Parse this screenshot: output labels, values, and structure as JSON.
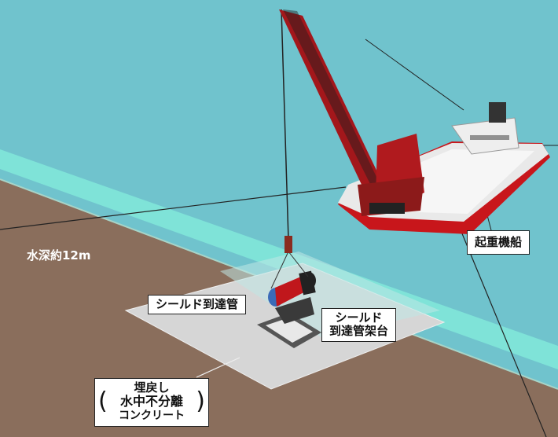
{
  "labels": {
    "water_depth": "水深約12m",
    "crane_ship": "起重機船",
    "shield_arrival_tube": "シールド到達管",
    "shield_arrival_stand_line1": "シールド",
    "shield_arrival_stand_line2": "到達管架台",
    "backfill_line1": "埋戻し",
    "backfill_line2": "水中不分離",
    "backfill_line3": "コンクリート",
    "bracket_left": "(",
    "bracket_right": ")"
  },
  "colors": {
    "water": "#70c3cd",
    "shore_band": "#7fe3d8",
    "seabed": "#8a6e5c",
    "concrete_pad": "#d6d6d6",
    "crane_red": "#b3181d",
    "hull": "#c8161b",
    "deck": "#f2f2f2"
  }
}
